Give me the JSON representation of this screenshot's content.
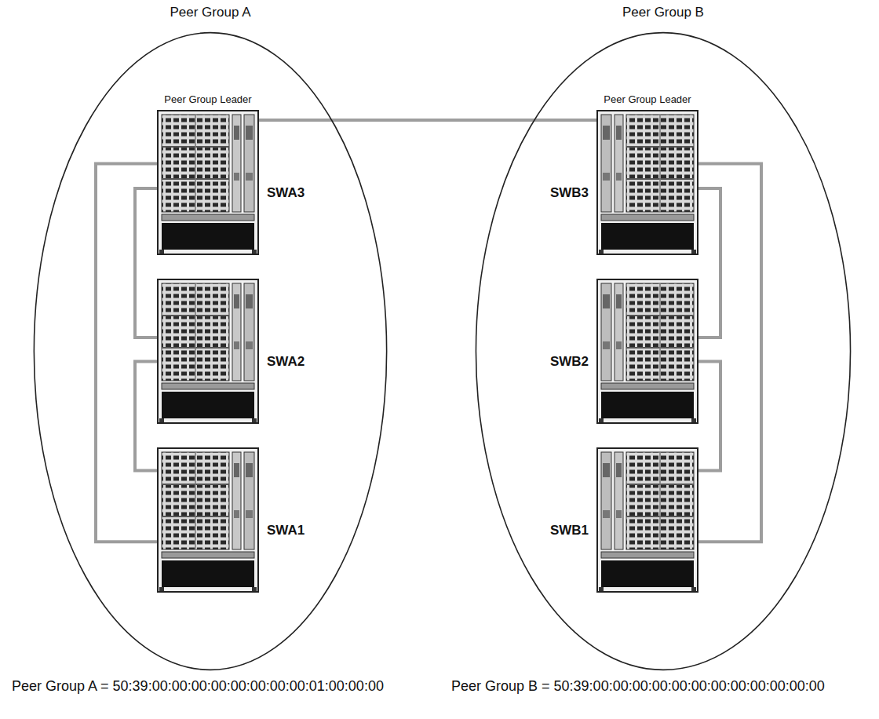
{
  "diagram": {
    "nodes": [
      {
        "text": [
          "Peer Group A"
        ]
      },
      {
        "text": [
          "Peer Group Leader",
          "SWA3"
        ],
        "in": 0
      },
      {
        "text": [
          "SWA2"
        ],
        "in": 0
      },
      {
        "text": [
          "SWA1"
        ],
        "in": 0
      },
      {
        "text": [
          "Peer Group B"
        ]
      },
      {
        "text": [
          "Peer Group Leader",
          "SWB3"
        ],
        "in": 4
      },
      {
        "text": [
          "SWB2"
        ],
        "in": 4
      },
      {
        "text": [
          "SWB1"
        ],
        "in": 4
      }
    ],
    "edges": [
      {
        "from": 1,
        "to": 2,
        "arrow": "none"
      },
      {
        "from": 2,
        "to": 3,
        "arrow": "none"
      },
      {
        "from": 1,
        "to": 3,
        "arrow": "none"
      },
      {
        "from": 1,
        "to": 5,
        "arrow": "none"
      },
      {
        "from": 5,
        "to": 6,
        "arrow": "none"
      },
      {
        "from": 6,
        "to": 7,
        "arrow": "none"
      },
      {
        "from": 5,
        "to": 7,
        "arrow": "none"
      }
    ],
    "labels": [
      "Peer Group A = 50:39:00:00:00:00:00:00:00:00:01:00:00:00",
      "Peer Group B = 50:39:00:00:00:00:00:00:00:00:00:00:00:00"
    ]
  }
}
